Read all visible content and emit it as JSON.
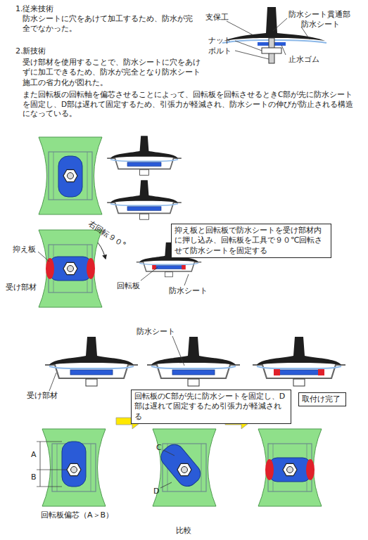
{
  "diagram": {
    "nodes": [
      {
        "text": [
          "抑え板と回転板で防水シートを受け部材内に押し込み、回転板を工具で９０℃回転させて防水シートを固定する"
        ]
      },
      {
        "text": [
          "回転板のC部が先に防水シートを固定し、D部は遅れて固定するため引張力が軽減される"
        ]
      },
      {
        "text": [
          "取付け完了"
        ]
      }
    ],
    "labels": [
      "1.従来技術",
      "防水シートに穴をあけて加工するため、防水が完全でなかった。",
      "支保工",
      "防水シート貫通部",
      "防水シート",
      "ナット",
      "ボルト",
      "止水ゴム",
      "2.新技術",
      "受け部材を使用することで、防水シートに穴をあけずに加工できるため、防水が完全となり防水シート施工の省力化が図れた。",
      "また回転板の回転軸を偏芯させることによって、回転板を回転させるときC部が先に防水シートを固定し、D部は遅れて固定するため、引張力が軽減され、防水シートの伸びが防止される構造になっている。",
      "右回転９０°",
      "抑え板",
      "受け部材",
      "回転板",
      "防水シート",
      "防水シート",
      "受け部材",
      "A",
      "B",
      "C",
      "D",
      "回転板偏芯（A＞B）",
      "比較"
    ]
  }
}
